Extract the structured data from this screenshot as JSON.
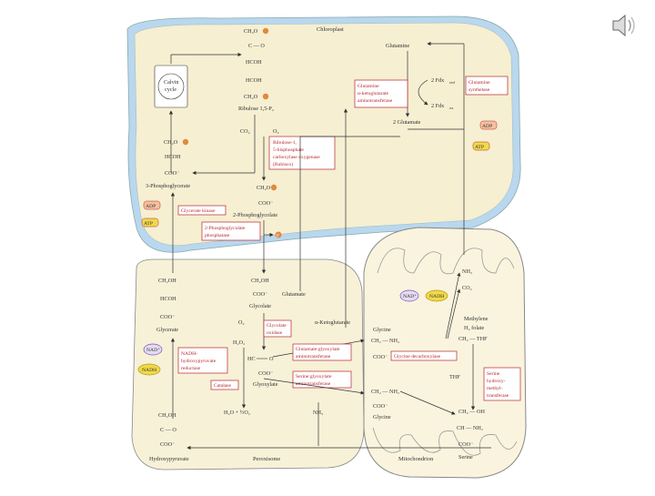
{
  "organelles": {
    "chloroplast": "Chloroplast",
    "peroxisome": "Peroxisome",
    "mitochondrion": "Mitochondrion"
  },
  "cycle": {
    "label_1": "Calvin",
    "label_2": "cycle"
  },
  "compounds": {
    "rubp_c1": "CH₂O",
    "rubp_c2": "C — O",
    "rubp_c3": "HCOH",
    "rubp_c4": "HCOH",
    "rubp_c5": "CH₂O",
    "rubp_name": "Ribulose 1,5-P₂",
    "co2": "CO₂",
    "o2": "O₂",
    "pg3_c1": "CH₂O",
    "pg3_c2": "HCOH",
    "pg3_c3": "COO⁻",
    "pg3_name": "3-Phosphoglycerate",
    "pg2_c1": "CH₂O",
    "pg2_c2": "COO⁻",
    "pg2_name": "2-Phosphoglycolate",
    "glutamine": "Glutamine",
    "fdx_red": "2 Fdx",
    "fdx_red_sub": "red",
    "fdx_ox": "2 Fdx",
    "fdx_ox_sub": "ox",
    "glutamate2": "2 Glutamate",
    "glycerate_c1": "CH₂OH",
    "glycerate_c2": "HCOH",
    "glycerate_c3": "COO⁻",
    "glycerate_name": "Glycerate",
    "glycolate_c1": "CH₂OH",
    "glycolate_c2": "COO⁻",
    "glycolate_name": "Glycolate",
    "glutamate": "Glutamate",
    "oxoglutarate": "α-Ketoglutarate",
    "o2_perox": "O₂",
    "h2o2": "H₂O₂",
    "hc": "HC",
    "ho": "O",
    "coo_glyox": "COO⁻",
    "glyoxylate": "Glyoxylate",
    "water": "H₂O + ½O₂",
    "nh3_bottom": "NH₃",
    "glycine_top": "Glycine",
    "glycine_ch2": "CH₂ — NH₂",
    "glycine_coo": "COO⁻",
    "glycine_low_ch2": "CH₂ — NH₂",
    "glycine_low_coo": "COO⁻",
    "glycine_low": "Glycine",
    "nh3_mito": "NH₃",
    "co2_mito": "CO₂",
    "methylene_1": "Methylene",
    "methylene_2": "H₄ folate",
    "ch2_thf": "CH₂ — THF",
    "thf": "THF",
    "serine_c1": "CH₂ — OH",
    "serine_c2": "CH — NH₂",
    "serine_c3": "COO⁻",
    "serine_name": "Serine",
    "hp_c1": "CH₂OH",
    "hp_c2": "C — O",
    "hp_c3": "COO⁻",
    "hp_name": "Hydroxypyruvate",
    "p_circle": "P",
    "pi": "P"
  },
  "cofactors": {
    "adp_left": "ADP",
    "atp_left": "ATP",
    "adp_right": "ADP",
    "atp_right": "ATP",
    "nad_mito": "NAD⁺",
    "nadh_mito": "NADH",
    "nad_perox": "NAD⁺",
    "nadh_perox": "NADH"
  },
  "enzymes": {
    "rubisco": [
      "Ribulose-1,",
      "5-bisphosphate",
      "carboxylase oxygenase",
      "(Rubisco)"
    ],
    "glycerate_kinase": [
      "Glycerate kinase"
    ],
    "pgp": [
      "2-Phosphoglycolate",
      "phosphatase"
    ],
    "gogat": [
      "Glutamine",
      "α-ketoglutarate",
      "aminotransferase"
    ],
    "gs": [
      "Glutamine",
      "synthetase"
    ],
    "glycolate_oxidase": [
      "Glycolate",
      "oxidase"
    ],
    "ggat": [
      "Glutamate:glyoxylate",
      "aminotransferase"
    ],
    "sgat": [
      "Serine:glyoxylate",
      "aminotransferase"
    ],
    "catalase": [
      "Catalase"
    ],
    "hpr": [
      "NADH-",
      "hydroxypyruvate",
      "reductase"
    ],
    "gdc": [
      "Glycine decarboxylase"
    ],
    "shmt": [
      "Serine",
      "hydroxy-",
      "methyl-",
      "transferase"
    ]
  },
  "colors": {
    "chloroplast_fill": "#f6efd2",
    "chloroplast_membrane": "#b9d7ee",
    "peroxisome_fill": "#f7f1d8",
    "mito_fill": "#faf4df",
    "enzyme_red": "#b8262c",
    "phosphate_orange": "#e08a3c",
    "cofactor_purple": "#7b4fb3",
    "nadh_yellow": "#f0d94a"
  },
  "speaker": {
    "icon": "speaker-icon"
  }
}
